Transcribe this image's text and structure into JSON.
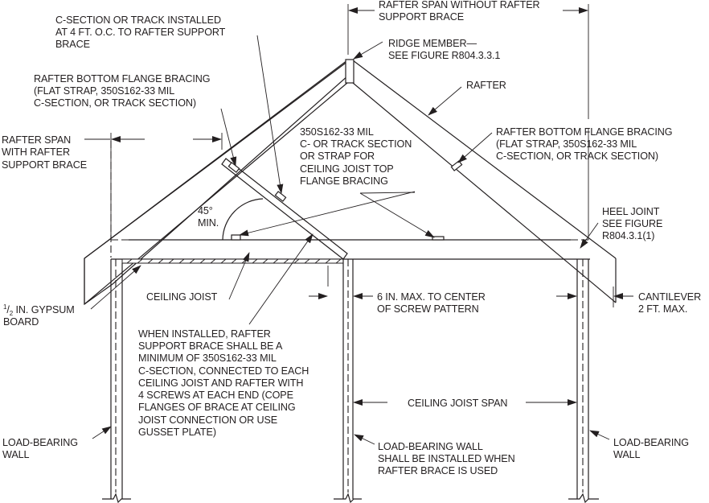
{
  "figure": {
    "colors": {
      "ink": "#231f20",
      "background": "#ffffff"
    },
    "labels": {
      "c_section_track": [
        "C-SECTION OR TRACK INSTALLED",
        "AT 4 FT. O.C. TO RAFTER SUPPORT",
        "BRACE"
      ],
      "rafter_span_without_brace": [
        "RAFTER SPAN WITHOUT RAFTER",
        "SUPPORT BRACE"
      ],
      "ridge_member": [
        "RIDGE MEMBER—",
        "SEE FIGURE R804.3.3.1"
      ],
      "rafter": [
        "RAFTER"
      ],
      "bottom_flange_bracing_left": [
        "RAFTER BOTTOM FLANGE BRACING",
        "(FLAT STRAP, 350S162-33 MIL",
        "C-SECTION, OR TRACK SECTION)"
      ],
      "bottom_flange_bracing_right": [
        "RAFTER BOTTOM FLANGE BRACING",
        "(FLAT STRAP, 350S162-33 MIL",
        "C-SECTION, OR TRACK SECTION)"
      ],
      "rafter_span_with_brace": [
        "RAFTER SPAN",
        "WITH RAFTER",
        "SUPPORT BRACE"
      ],
      "top_flange_bracing": [
        "350S162-33 MIL",
        "C- OR TRACK SECTION",
        "OR STRAP FOR",
        "CEILING JOIST TOP",
        "FLANGE BRACING"
      ],
      "angle": [
        "45°",
        "MIN."
      ],
      "heel_joint": [
        "HEEL JOINT",
        "SEE FIGURE",
        "R804.3.1(1)"
      ],
      "gypsum_board": {
        "fraction_num": "1",
        "fraction_den": "2",
        "line1_rest": " IN. GYPSUM",
        "line2": "BOARD"
      },
      "ceiling_joist": [
        "CEILING JOIST"
      ],
      "six_in_max": [
        "6 IN. MAX. TO CENTER",
        "OF SCREW PATTERN"
      ],
      "cantilever": [
        "CANTILEVER",
        "2 FT. MAX."
      ],
      "brace_note": [
        "WHEN INSTALLED, RAFTER",
        "SUPPORT BRACE SHALL BE A",
        "MINIMUM OF 350S162-33 MIL",
        "C-SECTION, CONNECTED TO EACH",
        "CEILING JOIST AND RAFTER WITH",
        "4 SCREWS AT EACH END (COPE",
        "FLANGES OF BRACE AT CEILING",
        "JOIST CONNECTION OR USE",
        "GUSSET PLATE)"
      ],
      "ceiling_joist_span": [
        "CEILING JOIST SPAN"
      ],
      "load_bearing_left": [
        "LOAD-BEARING",
        "WALL"
      ],
      "load_bearing_middle": [
        "LOAD-BEARING WALL",
        "SHALL BE INSTALLED WHEN",
        "RAFTER BRACE IS USED"
      ],
      "load_bearing_right": [
        "LOAD-BEARING",
        "WALL"
      ]
    }
  }
}
